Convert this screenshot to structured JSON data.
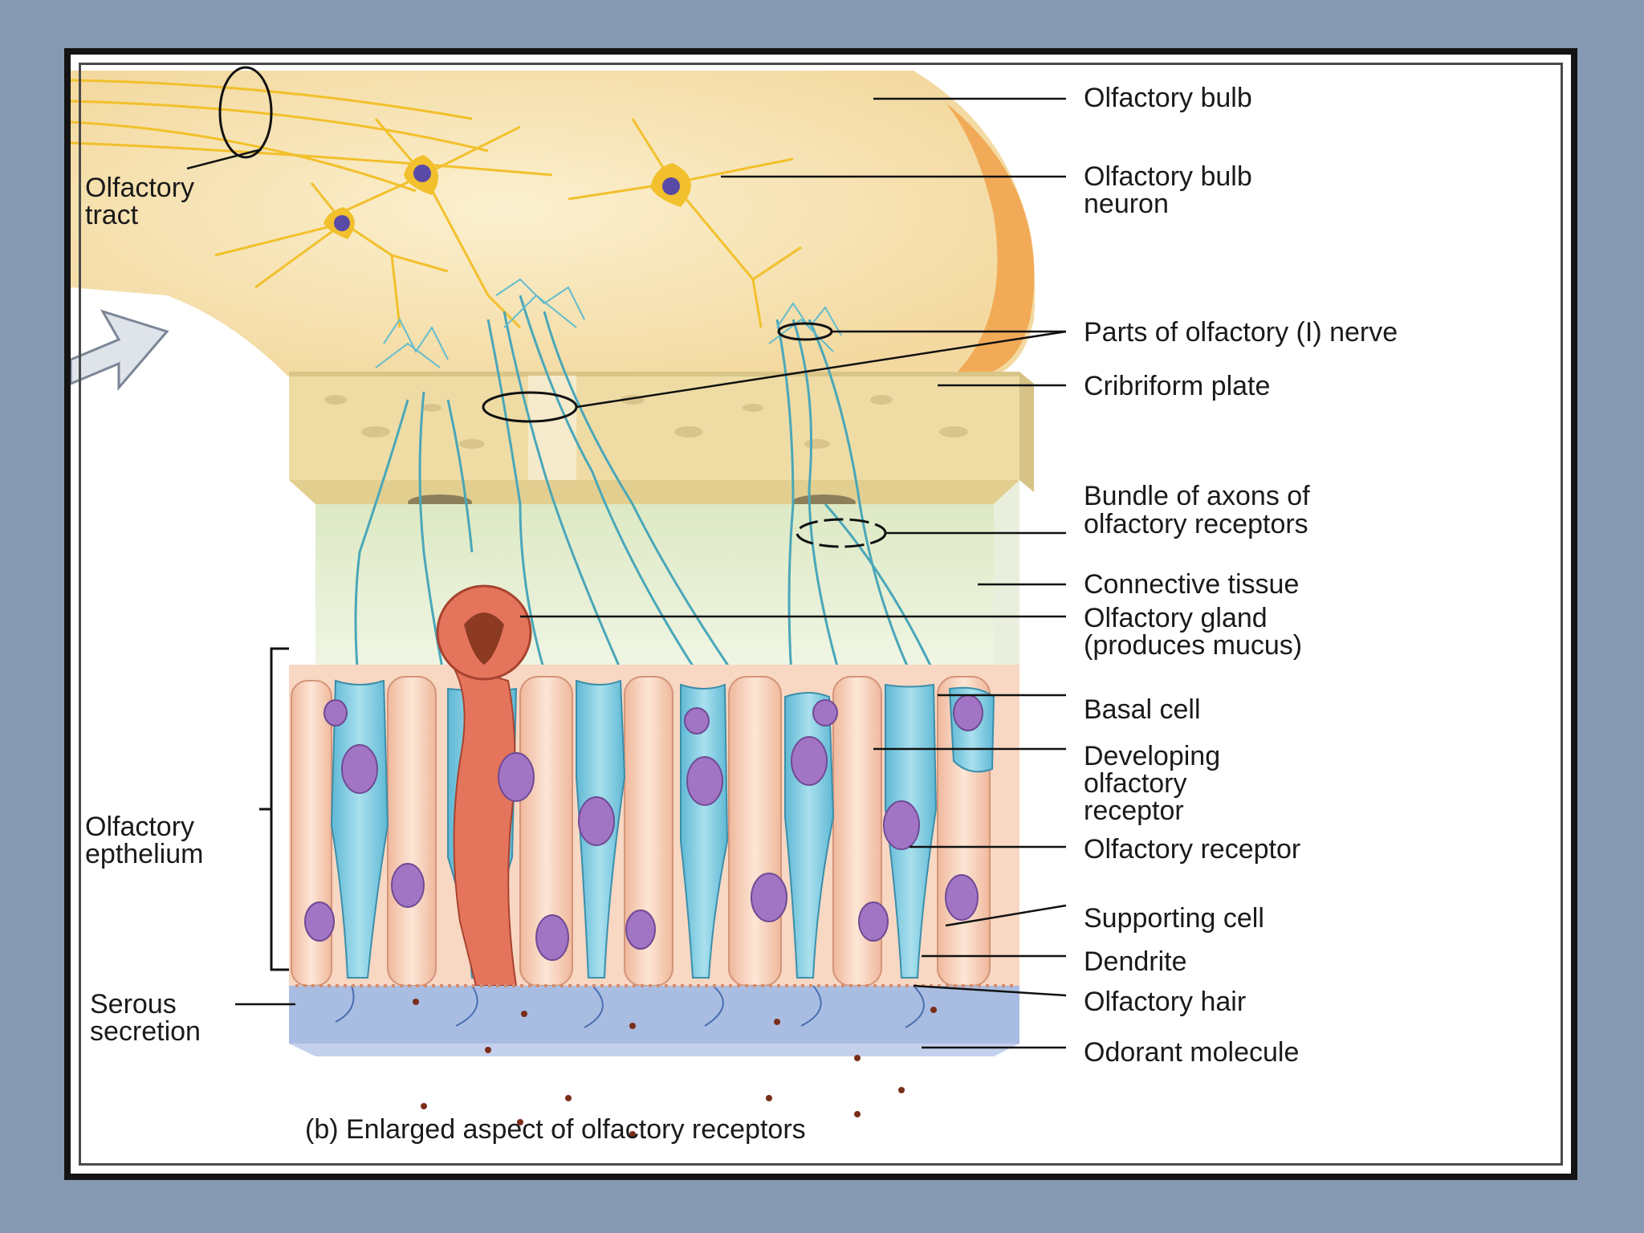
{
  "caption": "(b) Enlarged aspect of olfactory receptors",
  "labels": {
    "olfactory_bulb": "Olfactory bulb",
    "bulb_neuron_1": "Olfactory bulb",
    "bulb_neuron_2": "neuron",
    "nerve": "Parts of olfactory (I) nerve",
    "cribriform": "Cribriform plate",
    "bundle_1": "Bundle of axons of",
    "bundle_2": "olfactory receptors",
    "connective": "Connective tissue",
    "gland_1": "Olfactory gland",
    "gland_2": "(produces mucus)",
    "basal": "Basal cell",
    "developing_1": "Developing",
    "developing_2": "olfactory",
    "developing_3": "receptor",
    "receptor": "Olfactory receptor",
    "supporting": "Supporting cell",
    "dendrite": "Dendrite",
    "hair": "Olfactory hair",
    "odorant": "Odorant molecule",
    "tract_1": "Olfactory",
    "tract_2": "tract",
    "epithelium_1": "Olfactory",
    "epithelium_2": "epthelium",
    "serous_1": "Serous",
    "serous_2": "secretion"
  },
  "colors": {
    "bulb": "#f6e3b4",
    "bulb_edge": "#f0a24a",
    "neuron": "#f2c02c",
    "neuron_nucleus": "#5a4aa8",
    "axon": "#4aa7b9",
    "plate": "#efdca5",
    "connective": "#e7f1d6",
    "receptor_cell": "#8fd1e3",
    "supporting_cell": "#f8d7c3",
    "nucleus": "#a274c4",
    "gland": "#e4755c",
    "mucus": "#a9bde2"
  }
}
